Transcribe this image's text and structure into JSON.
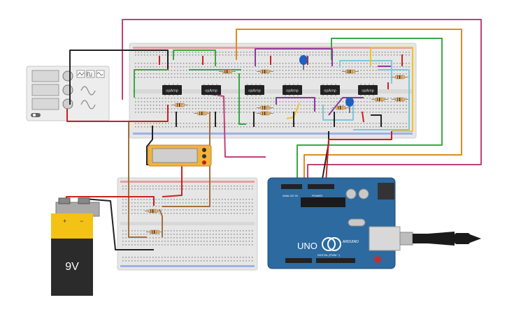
{
  "opamp_label": "opAmp",
  "battery": {
    "voltage": "9V",
    "plus": "+",
    "minus": "−"
  },
  "arduino": {
    "brand": "ARDUINO",
    "model": "UNO",
    "analog_in": "ANALOG IN",
    "power": "POWER",
    "digital": "DIGITAL (PWM ~)"
  },
  "colors": {
    "magenta": "#c2417a",
    "orange": "#e08a1e",
    "green": "#3aa845",
    "purple": "#8a3a9c",
    "cyan": "#7cc8dc",
    "yellow": "#f2c320",
    "red": "#cc2020",
    "black": "#222222",
    "brown": "#a0703c",
    "arduino_blue": "#2c6aa0"
  }
}
